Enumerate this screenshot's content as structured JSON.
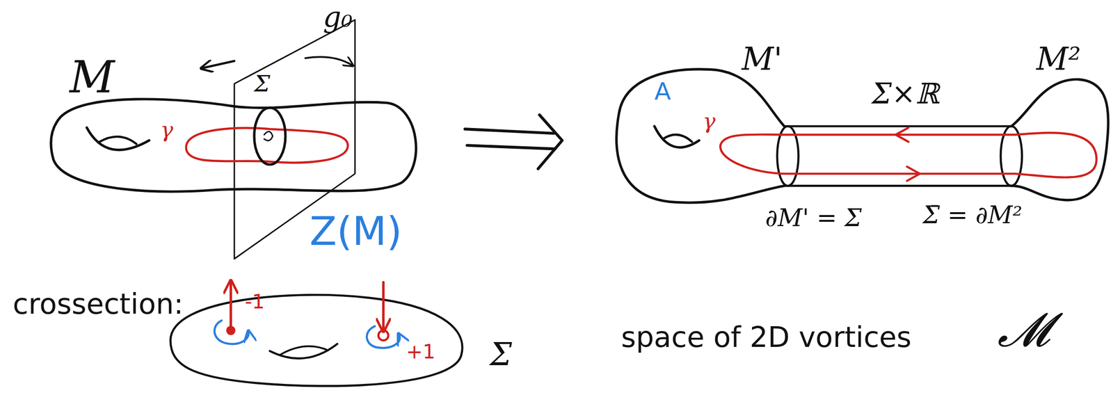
{
  "diagram": {
    "labels": [
      "M",
      "g₀",
      "Σ",
      "γ",
      "Z(M)",
      "crossection:",
      "-1",
      "+1",
      "Σ",
      "M'",
      "A",
      "γ",
      "Σ×ℝ",
      "M²",
      "∂M' = Σ",
      "Σ̄ = ∂M²",
      "space of 2D vortices",
      "𝓜"
    ]
  }
}
